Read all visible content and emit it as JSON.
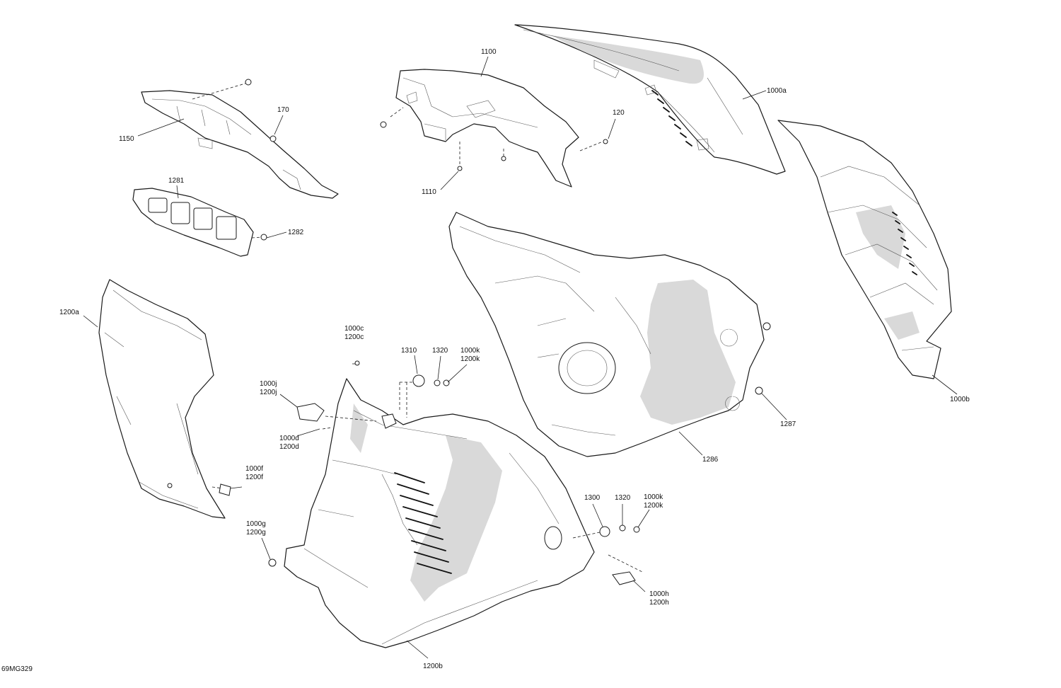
{
  "drawing_code": "69MG329",
  "callouts": {
    "c1100": "1100",
    "c1000a": "1000a",
    "c170": "170",
    "c1150": "1150",
    "c120": "120",
    "c1281": "1281",
    "c1110": "1110",
    "c1282": "1282",
    "c1200a": "1200a",
    "c1000c": "1000c",
    "c1200c": "1200c",
    "c1310": "1310",
    "c1320_top": "1320",
    "c1000k_top": "1000k",
    "c1200k_top": "1200k",
    "c1000j": "1000j",
    "c1200j": "1200j",
    "c1000d": "1000d",
    "c1200d": "1200d",
    "c1000b": "1000b",
    "c1287": "1287",
    "c1286": "1286",
    "c1000f": "1000f",
    "c1200f": "1200f",
    "c1300": "1300",
    "c1320_bot": "1320",
    "c1000k_bot": "1000k",
    "c1200k_bot": "1200k",
    "c1000g": "1000g",
    "c1200g": "1200g",
    "c1000h": "1000h",
    "c1200h": "1200h",
    "c1200b": "1200b"
  }
}
